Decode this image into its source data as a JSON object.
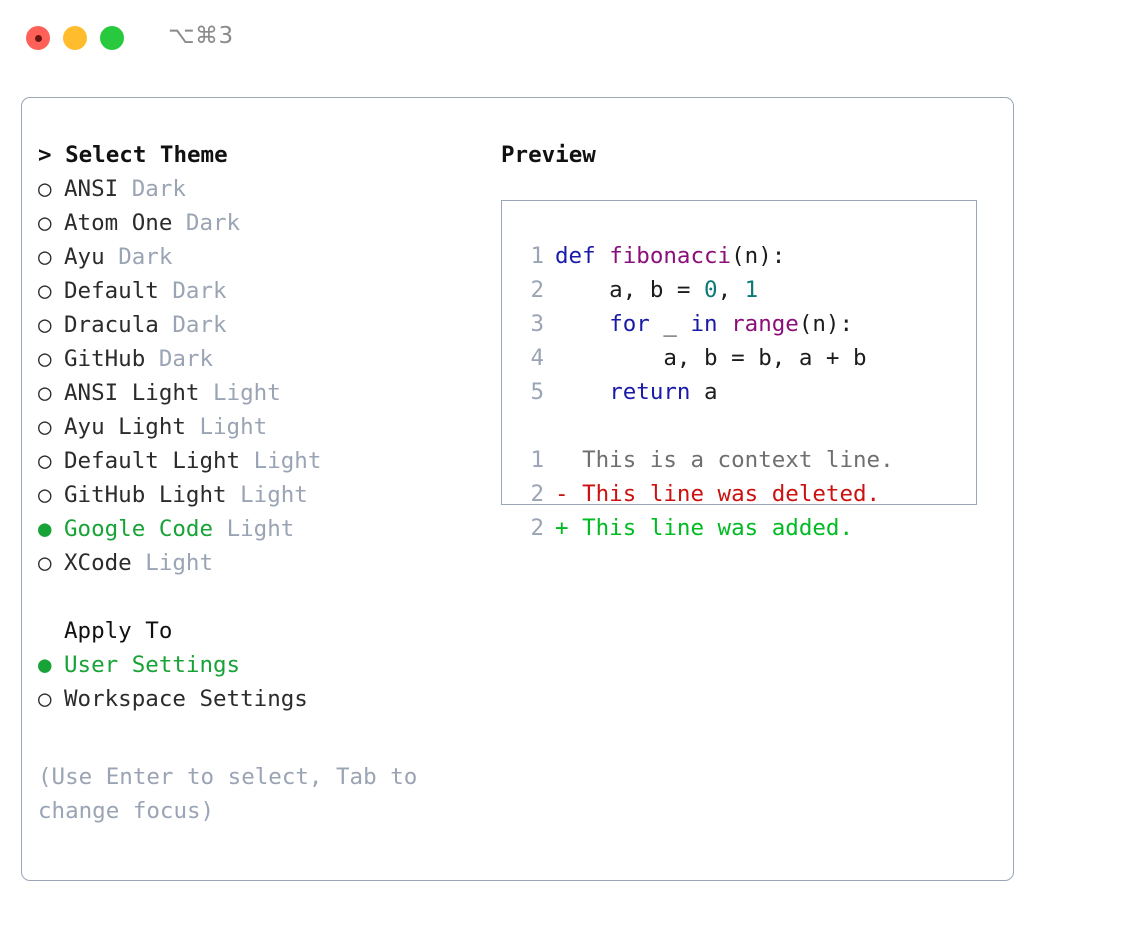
{
  "window": {
    "shortcut": "⌥⌘3",
    "traffic_lights": [
      {
        "name": "close",
        "color": "#ff6159"
      },
      {
        "name": "minimize",
        "color": "#ffbd2e"
      },
      {
        "name": "zoom",
        "color": "#28c93f"
      }
    ]
  },
  "theme_picker": {
    "header": "> Select Theme",
    "selected": "Google Code",
    "accent_color": "#17a336",
    "muted_color": "#9aa4b4",
    "bullet_on": "●",
    "bullet_off": "○",
    "items": [
      {
        "name": "ANSI",
        "variant": "Dark",
        "selected": false
      },
      {
        "name": "Atom One",
        "variant": "Dark",
        "selected": false
      },
      {
        "name": "Ayu",
        "variant": "Dark",
        "selected": false
      },
      {
        "name": "Default",
        "variant": "Dark",
        "selected": false
      },
      {
        "name": "Dracula",
        "variant": "Dark",
        "selected": false
      },
      {
        "name": "GitHub",
        "variant": "Dark",
        "selected": false
      },
      {
        "name": "ANSI Light",
        "variant": "Light",
        "selected": false
      },
      {
        "name": "Ayu Light",
        "variant": "Light",
        "selected": false
      },
      {
        "name": "Default Light",
        "variant": "Light",
        "selected": false
      },
      {
        "name": "GitHub Light",
        "variant": "Light",
        "selected": false
      },
      {
        "name": "Google Code",
        "variant": "Light",
        "selected": true
      },
      {
        "name": "XCode",
        "variant": "Light",
        "selected": false
      }
    ]
  },
  "apply_to": {
    "header": "Apply To",
    "selected": "User Settings",
    "items": [
      {
        "name": "User Settings",
        "selected": true
      },
      {
        "name": "Workspace Settings",
        "selected": false
      }
    ]
  },
  "hint": "(Use Enter to select, Tab to change focus)",
  "preview": {
    "title": "Preview",
    "code_lines": [
      {
        "no": "1",
        "tokens": [
          {
            "t": "def",
            "c": "kw"
          },
          {
            "t": " ",
            "c": "plain"
          },
          {
            "t": "fibonacci",
            "c": "fn"
          },
          {
            "t": "(n):",
            "c": "plain"
          }
        ]
      },
      {
        "no": "2",
        "tokens": [
          {
            "t": "    a, b = ",
            "c": "plain"
          },
          {
            "t": "0",
            "c": "num"
          },
          {
            "t": ", ",
            "c": "plain"
          },
          {
            "t": "1",
            "c": "num"
          }
        ]
      },
      {
        "no": "3",
        "tokens": [
          {
            "t": "    ",
            "c": "plain"
          },
          {
            "t": "for",
            "c": "kw"
          },
          {
            "t": " _ ",
            "c": "plain"
          },
          {
            "t": "in",
            "c": "kw"
          },
          {
            "t": " ",
            "c": "plain"
          },
          {
            "t": "range",
            "c": "fn"
          },
          {
            "t": "(n):",
            "c": "plain"
          }
        ]
      },
      {
        "no": "4",
        "tokens": [
          {
            "t": "        a, b = b, a + b",
            "c": "plain"
          }
        ]
      },
      {
        "no": "5",
        "tokens": [
          {
            "t": "    ",
            "c": "plain"
          },
          {
            "t": "return",
            "c": "kw"
          },
          {
            "t": " a",
            "c": "plain"
          }
        ]
      }
    ],
    "diff_lines": [
      {
        "no": "1",
        "marker": " ",
        "text": " This is a context line.",
        "kind": "ctx"
      },
      {
        "no": "2",
        "marker": "-",
        "text": " This line was deleted.",
        "kind": "del"
      },
      {
        "no": "2",
        "marker": "+",
        "text": " This line was added.",
        "kind": "add"
      }
    ]
  }
}
